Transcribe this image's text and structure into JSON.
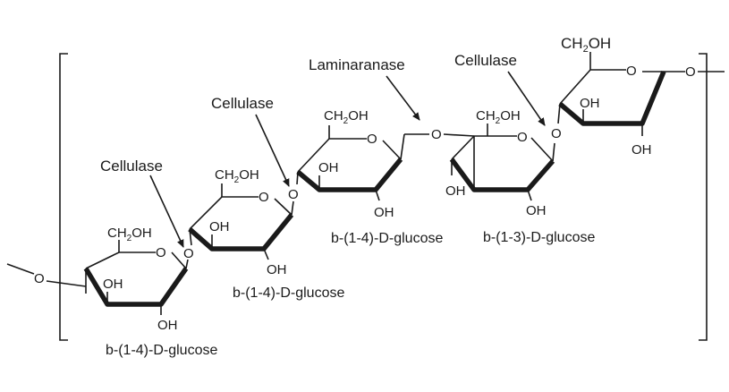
{
  "ring_labels": {
    "O": "O",
    "OH": "OH",
    "CH2OH_prefix": "CH",
    "CH2OH_sub": "2",
    "CH2OH_suffix": "OH"
  },
  "enzymes": [
    "Cellulase",
    "Cellulase",
    "Laminaranase",
    "Cellulase"
  ],
  "linkages": [
    "b-(1-4)-D-glucose",
    "b-(1-4)-D-glucose",
    "b-(1-4)-D-glucose",
    "b-(1-3)-D-glucose"
  ],
  "colors": {
    "ink": "#1a1a1a",
    "background": "#ffffff"
  }
}
